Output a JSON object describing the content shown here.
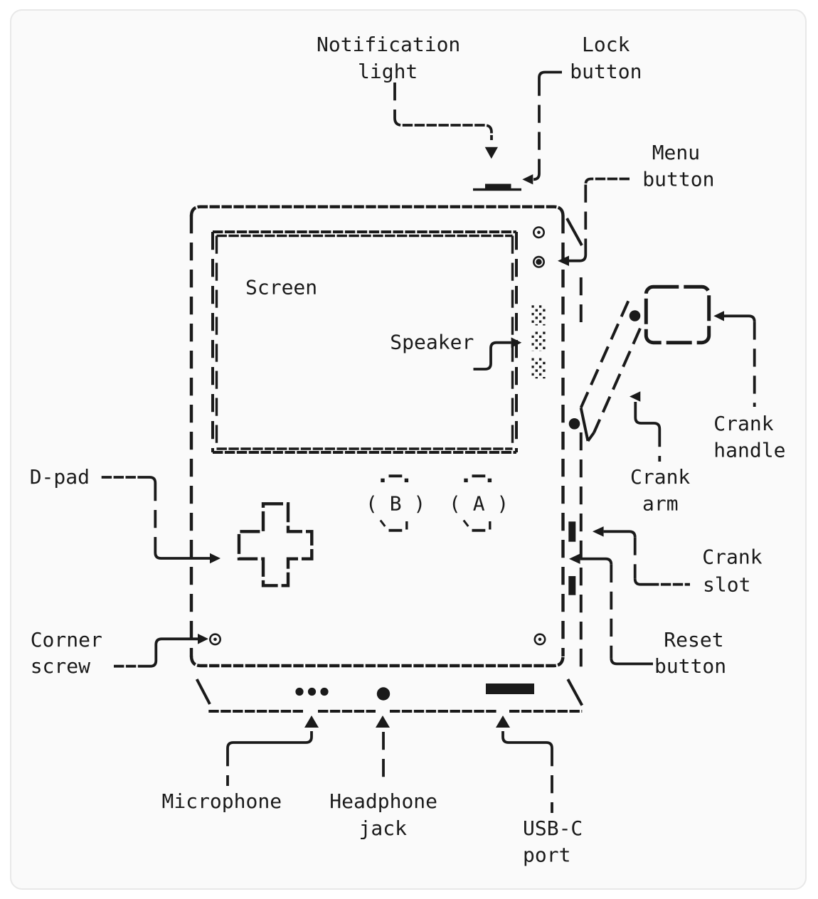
{
  "diagram": {
    "labels": {
      "notification_light": [
        "Notification",
        "light"
      ],
      "lock_button": [
        "Lock",
        "button"
      ],
      "menu_button": [
        "Menu",
        "button"
      ],
      "screen": "Screen",
      "speaker": "Speaker",
      "crank_handle": [
        "Crank",
        "handle"
      ],
      "crank_arm": [
        "Crank",
        "arm"
      ],
      "crank_slot": [
        "Crank",
        "slot"
      ],
      "reset_button": [
        "Reset",
        "button"
      ],
      "d_pad": "D-pad",
      "corner_screw": [
        "Corner",
        "screw"
      ],
      "microphone": "Microphone",
      "headphone_jack": [
        "Headphone",
        "jack"
      ],
      "usb_c_port": [
        "USB-C",
        "port"
      ],
      "button_b": "( B )",
      "button_a": "( A )"
    },
    "colors": {
      "ink": "#1a1a1a",
      "card_background": "#fafafa",
      "card_border": "#e8e8e8",
      "page_background": "#ffffff"
    }
  }
}
